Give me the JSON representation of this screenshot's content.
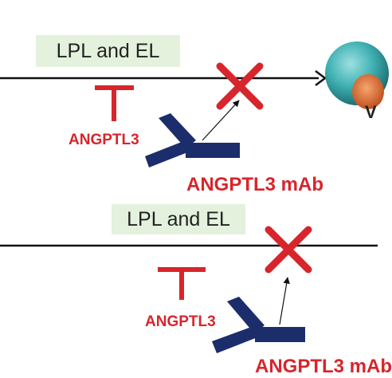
{
  "panels": [
    {
      "enzyme_label": "LPL and EL",
      "inhibitor_label": "ANGPTL3",
      "antibody_label": "ANGPTL3 mAb",
      "particle_label_partial": "V"
    },
    {
      "enzyme_label": "LPL and EL",
      "inhibitor_label": "ANGPTL3",
      "antibody_label": "ANGPTL3 mAb"
    }
  ],
  "colors": {
    "inhibition_red": "#d7252c",
    "antibody_navy": "#1c2d6b",
    "label_box_green": "#e3f1dd",
    "pathway_line": "#111111",
    "particle_teal": "#3fb0b3",
    "particle_core_orange": "#e0703a"
  },
  "icons": {
    "inhibition": "t-bar-inhibition-icon",
    "block": "red-x-icon",
    "antibody": "y-shaped-antibody-icon",
    "particle": "lipoprotein-particle-icon"
  }
}
